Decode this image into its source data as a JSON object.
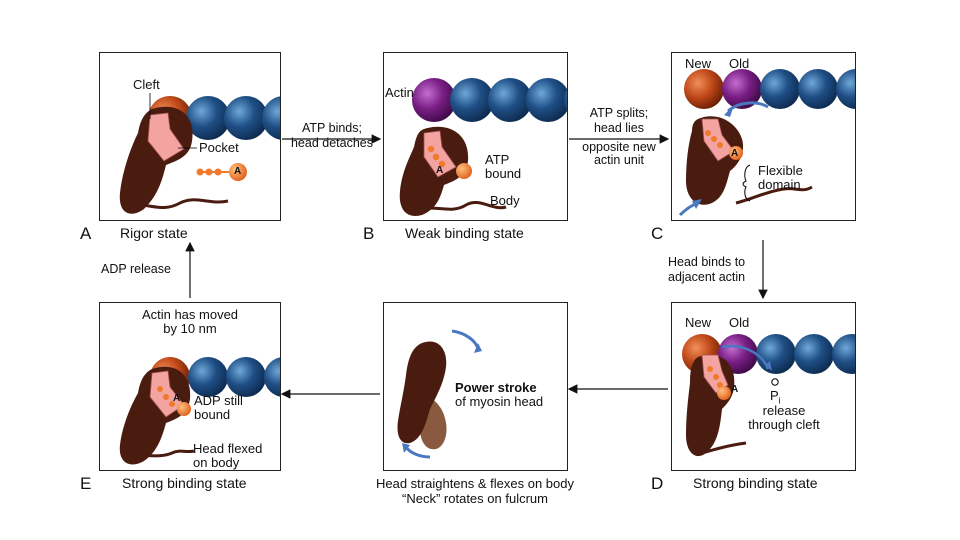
{
  "panels": {
    "A": {
      "letter": "A",
      "caption": "Rigor state",
      "label_cleft": "Cleft",
      "label_pocket": "Pocket",
      "atp_letter": "A"
    },
    "B": {
      "letter": "B",
      "caption": "Weak binding state",
      "label_actin": "Actin",
      "label_atp_line1": "ATP",
      "label_atp_line2": "bound",
      "label_body": "Body",
      "atp_letter": "A"
    },
    "C": {
      "letter": "C",
      "caption": "",
      "label_new": "New",
      "label_old": "Old",
      "label_flex_line1": "Flexible",
      "label_flex_line2": "domain",
      "atp_letter": "A"
    },
    "D": {
      "letter": "D",
      "caption": "Strong binding state",
      "label_new": "New",
      "label_old": "Old",
      "label_pi": "P",
      "label_pi_sub": "i",
      "label_release_line1": "release",
      "label_release_line2": "through cleft",
      "atp_letter": "A"
    },
    "E": {
      "letter": "E",
      "caption": "Strong binding state",
      "label_moved_line1": "Actin has moved",
      "label_moved_line2": "by 10 nm",
      "label_adp_line1": "ADP still",
      "label_adp_line2": "bound",
      "label_head_line1": "Head flexed",
      "label_head_line2": "on body",
      "atp_letter": "A"
    },
    "F": {
      "label_power_line1": "Power stroke",
      "label_power_line2": "of myosin head"
    }
  },
  "transitions": {
    "a_to_b": {
      "line1": "ATP binds;",
      "line2": "head detaches"
    },
    "b_to_c": {
      "line1": "ATP splits;",
      "line2": "head lies",
      "line3": "opposite new",
      "line4": "actin unit"
    },
    "c_to_d": {
      "line1": "Head binds to",
      "line2": "adjacent actin"
    },
    "f_caption": {
      "line1": "Head straightens & flexes on body",
      "line2": "“Neck” rotates on fulcrum"
    },
    "e_to_a": {
      "line1": "ADP release"
    }
  },
  "colors": {
    "actin_blue": "#1f4f86",
    "actin_purple": "#7a1f86",
    "actin_red": "#c24a1a",
    "myosin_brown": "#4a1c10",
    "myosin_pink": "#f3a3a0",
    "atp_orange": "#f07a2a",
    "arrow_blue": "#4a78c0"
  }
}
